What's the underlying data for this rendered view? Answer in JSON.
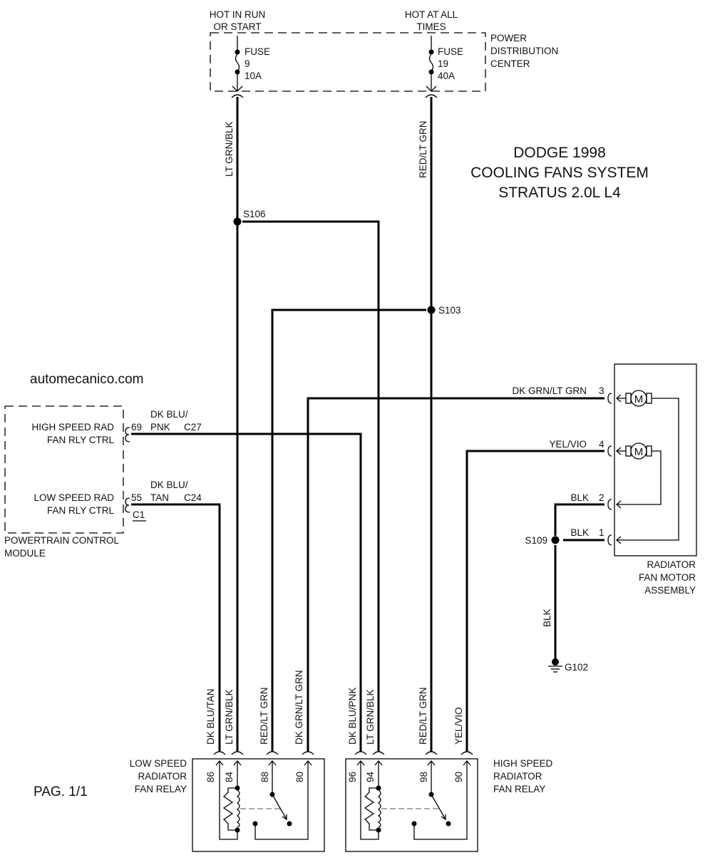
{
  "title": {
    "line1": "DODGE 1998",
    "line2": "COOLING FANS SYSTEM",
    "line3": "STRATUS 2.0L L4"
  },
  "watermark": "automecanico.com",
  "page_label": "PAG. 1/1",
  "power_distribution_center": {
    "label_lines": [
      "POWER",
      "DISTRIBUTION",
      "CENTER"
    ],
    "feeds": [
      {
        "header_lines": [
          "HOT IN RUN",
          "OR START"
        ],
        "fuse_lines": [
          "FUSE",
          "9",
          "10A"
        ],
        "wire": "LT GRN/BLK"
      },
      {
        "header_lines": [
          "HOT AT ALL",
          "TIMES"
        ],
        "fuse_lines": [
          "FUSE",
          "19",
          "40A"
        ],
        "wire": "RED/LT GRN"
      }
    ]
  },
  "splices": {
    "s106": "S106",
    "s103": "S103",
    "s109": "S109"
  },
  "pcm": {
    "label_lines": [
      "POWERTRAIN CONTROL",
      "MODULE"
    ],
    "connector": "C1",
    "pins": [
      {
        "function_lines": [
          "HIGH SPEED RAD",
          "FAN RLY CTRL"
        ],
        "pin": "69",
        "wire_lines": [
          "DK BLU/",
          "PNK"
        ],
        "circuit": "C27"
      },
      {
        "function_lines": [
          "LOW SPEED RAD",
          "FAN RLY CTRL"
        ],
        "pin": "55",
        "wire_lines": [
          "DK BLU/",
          "TAN"
        ],
        "circuit": "C24"
      }
    ]
  },
  "fan_motor_assembly": {
    "label_lines": [
      "RADIATOR",
      "FAN MOTOR",
      "ASSEMBLY"
    ],
    "motor_symbol": "M",
    "pins": [
      {
        "pin": "3",
        "wire": "DK GRN/LT GRN"
      },
      {
        "pin": "4",
        "wire": "YEL/VIO"
      },
      {
        "pin": "2",
        "wire": "BLK"
      },
      {
        "pin": "1",
        "wire": "BLK"
      }
    ]
  },
  "ground": {
    "wire": "BLK",
    "label": "G102"
  },
  "low_speed_relay": {
    "label_lines": [
      "LOW SPEED",
      "RADIATOR",
      "FAN RELAY"
    ],
    "terminals": [
      {
        "pin": "86",
        "wire": "DK BLU/TAN"
      },
      {
        "pin": "84",
        "wire": "LT GRN/BLK"
      },
      {
        "pin": "88",
        "wire": "RED/LT GRN"
      },
      {
        "pin": "80",
        "wire": "DK GRN/LT GRN"
      }
    ]
  },
  "high_speed_relay": {
    "label_lines": [
      "HIGH SPEED",
      "RADIATOR",
      "FAN RELAY"
    ],
    "terminals": [
      {
        "pin": "96",
        "wire": "DK BLU/PNK"
      },
      {
        "pin": "94",
        "wire": "LT GRN/BLK"
      },
      {
        "pin": "98",
        "wire": "RED/LT GRN"
      },
      {
        "pin": "90",
        "wire": "YEL/VIO"
      }
    ]
  }
}
